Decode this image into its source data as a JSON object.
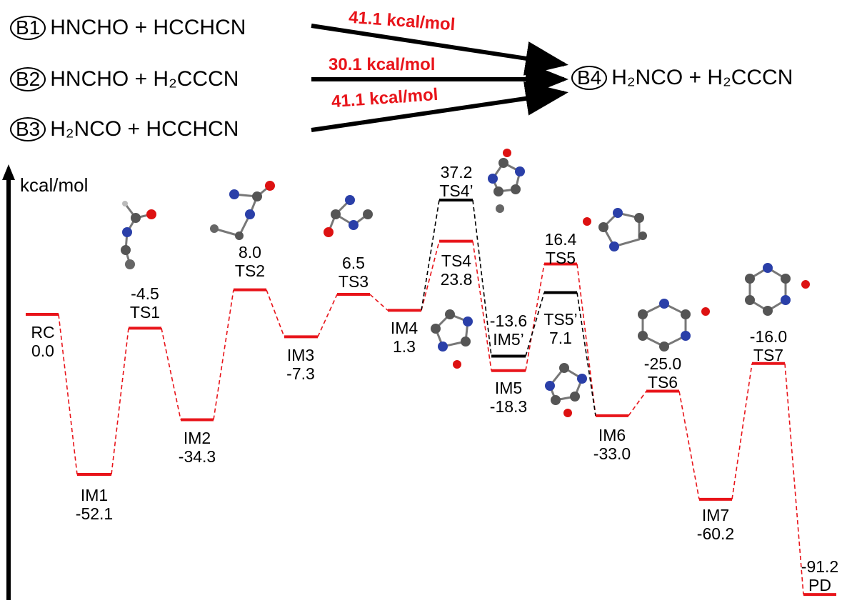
{
  "reactions": [
    {
      "tag": "B1",
      "text": "HNCHO + HCCHCN",
      "barrier": "41.1 kcal/mol"
    },
    {
      "tag": "B2",
      "text": "HNCHO + H₂CCCN",
      "barrier": "30.1 kcal/mol"
    },
    {
      "tag": "B3",
      "text": "H₂NCO  + HCCHCN",
      "barrier": "41.1 kcal/mol"
    },
    {
      "tag": "B4",
      "text": "H₂NCO + H₂CCCN"
    }
  ],
  "y_axis_unit": "kcal/mol",
  "levels": [
    {
      "id": "RC",
      "energy": 0.0,
      "name": "RC",
      "value": "0.0",
      "color": "#e8141a"
    },
    {
      "id": "IM1",
      "energy": -52.1,
      "name": "IM1",
      "value": "-52.1",
      "color": "#e8141a"
    },
    {
      "id": "TS1",
      "energy": -4.5,
      "name": "TS1",
      "value": "-4.5",
      "color": "#e8141a"
    },
    {
      "id": "IM2",
      "energy": -34.3,
      "name": "IM2",
      "value": "-34.3",
      "color": "#e8141a"
    },
    {
      "id": "TS2",
      "energy": 8.0,
      "name": "TS2",
      "value": "8.0",
      "color": "#e8141a"
    },
    {
      "id": "IM3",
      "energy": -7.3,
      "name": "IM3",
      "value": "-7.3",
      "color": "#e8141a"
    },
    {
      "id": "TS3",
      "energy": 6.5,
      "name": "TS3",
      "value": "6.5",
      "color": "#e8141a"
    },
    {
      "id": "IM4",
      "energy": 1.3,
      "name": "IM4",
      "value": "1.3",
      "color": "#e8141a"
    },
    {
      "id": "TS4p",
      "energy": 37.2,
      "name": "TS4’",
      "value": "37.2",
      "color": "#000000"
    },
    {
      "id": "TS4",
      "energy": 23.8,
      "name": "TS4",
      "value": "23.8",
      "color": "#e8141a"
    },
    {
      "id": "IM5p",
      "energy": -13.6,
      "name": "IM5’",
      "value": "-13.6",
      "color": "#000000"
    },
    {
      "id": "IM5",
      "energy": -18.3,
      "name": "IM5",
      "value": "-18.3",
      "color": "#e8141a"
    },
    {
      "id": "TS5",
      "energy": 16.4,
      "name": "TS5",
      "value": "16.4",
      "color": "#e8141a"
    },
    {
      "id": "TS5p",
      "energy": 7.1,
      "name": "TS5’",
      "value": "7.1",
      "color": "#000000"
    },
    {
      "id": "IM6",
      "energy": -33.0,
      "name": "IM6",
      "value": "-33.0",
      "color": "#e8141a"
    },
    {
      "id": "TS6",
      "energy": -25.0,
      "name": "TS6",
      "value": "-25.0",
      "color": "#e8141a"
    },
    {
      "id": "IM7",
      "energy": -60.2,
      "name": "IM7",
      "value": "-60.2",
      "color": "#e8141a"
    },
    {
      "id": "TS7",
      "energy": -16.0,
      "name": "TS7",
      "value": "-16.0",
      "color": "#e8141a"
    },
    {
      "id": "PD",
      "energy": -91.2,
      "name": "PD",
      "value": "-91.2",
      "color": "#e8141a"
    }
  ],
  "paths": [
    [
      "RC",
      "IM1"
    ],
    [
      "IM1",
      "TS1"
    ],
    [
      "TS1",
      "IM2"
    ],
    [
      "IM2",
      "TS2"
    ],
    [
      "TS2",
      "IM3"
    ],
    [
      "IM3",
      "TS3"
    ],
    [
      "TS3",
      "IM4"
    ],
    [
      "IM4",
      "TS4"
    ],
    [
      "TS4",
      "IM5"
    ],
    [
      "IM5",
      "TS5"
    ],
    [
      "TS5",
      "IM6"
    ],
    [
      "IM6",
      "TS6"
    ],
    [
      "TS6",
      "IM7"
    ],
    [
      "IM7",
      "TS7"
    ],
    [
      "TS7",
      "PD"
    ]
  ],
  "alt_paths": [
    [
      "IM4",
      "TS4p"
    ],
    [
      "TS4p",
      "IM5p"
    ],
    [
      "IM5p",
      "TS5p"
    ],
    [
      "TS5p",
      "IM6"
    ]
  ],
  "colors": {
    "main": "#e8141a",
    "alt": "#000000"
  }
}
